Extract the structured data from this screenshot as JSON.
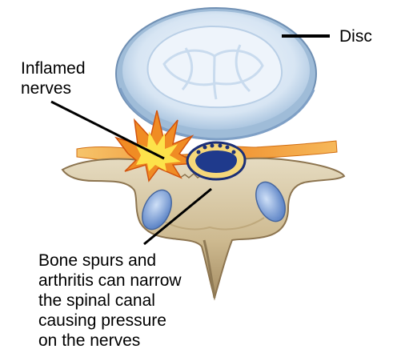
{
  "labels": {
    "disc": "Disc",
    "inflamed_nerves": [
      "Inflamed",
      "nerves"
    ],
    "bone_spurs": [
      "Bone spurs and",
      "arthritis can narrow",
      "the spinal canal",
      "causing pressure",
      "on the nerves"
    ]
  },
  "colors": {
    "disc_outer": "#bcd2e6",
    "disc_inner": "#e4eef8",
    "bone": "#d7c8a6",
    "bone_shadow": "#a9946f",
    "nerve": "#f3a23a",
    "flame_outer": "#f07a1e",
    "flame_inner": "#fde24a",
    "canal": "#1f3a8c",
    "facet": "#7f9fd6"
  }
}
